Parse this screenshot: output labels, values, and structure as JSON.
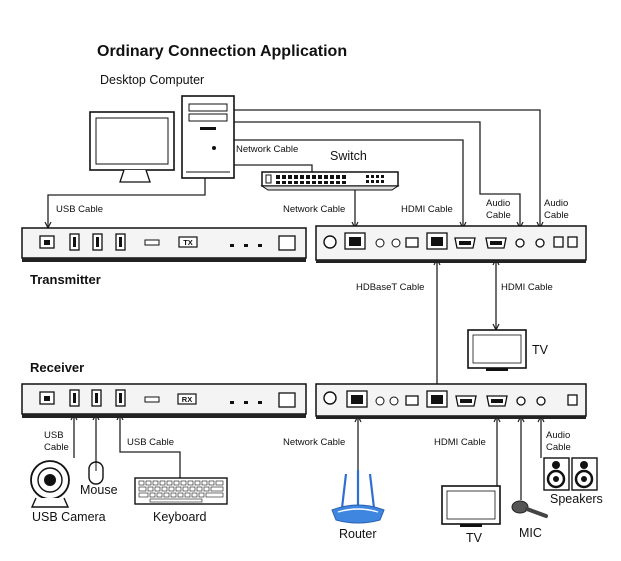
{
  "title": "Ordinary Connection Application",
  "devices": {
    "desktop_computer": "Desktop Computer",
    "switch": "Switch",
    "transmitter": "Transmitter",
    "receiver": "Receiver",
    "tv_top": "TV",
    "tv_bottom": "TV",
    "mouse": "Mouse",
    "usb_camera": "USB Camera",
    "keyboard": "Keyboard",
    "router": "Router",
    "mic": "MIC",
    "speakers": "Speakers"
  },
  "front_badges": {
    "tx": "TX",
    "rx": "RX"
  },
  "cables": {
    "network_top": "Network Cable",
    "usb_top": "USB Cable",
    "network_tx": "Network Cable",
    "hdmi_tx": "HDMI Cable",
    "audio_tx_1": "Audio\nCable",
    "audio_tx_2": "Audio\nCable",
    "hdbaset": "HDBaseT Cable",
    "hdmi_tv": "HDMI Cable",
    "usb_rx_1": "USB\nCable",
    "usb_rx_2": "USB Cable",
    "network_rx": "Network Cable",
    "hdmi_rx": "HDMI Cable",
    "audio_rx": "Audio\nCable"
  }
}
